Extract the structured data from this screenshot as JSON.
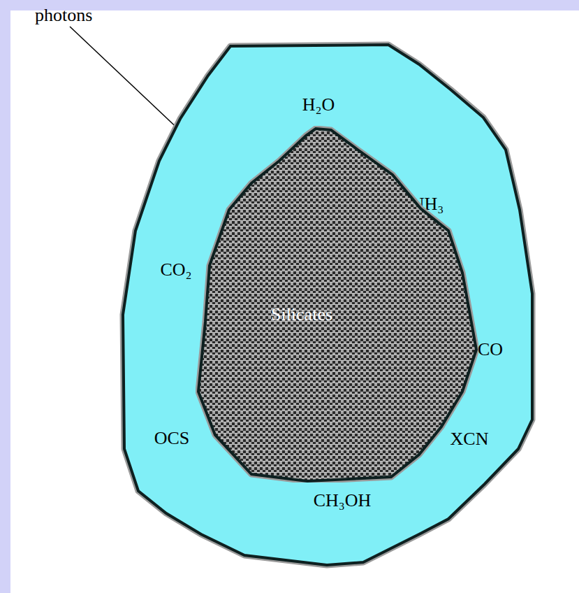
{
  "diagram": {
    "nodes": [
      {
        "text": [
          "H₂O",
          "NH₃",
          "CO₂",
          "CO",
          "OCS",
          "XCN",
          "CH₃OH"
        ]
      },
      {
        "text": [
          "Silicates"
        ],
        "in": 0
      }
    ],
    "labels": [
      "photons"
    ]
  }
}
